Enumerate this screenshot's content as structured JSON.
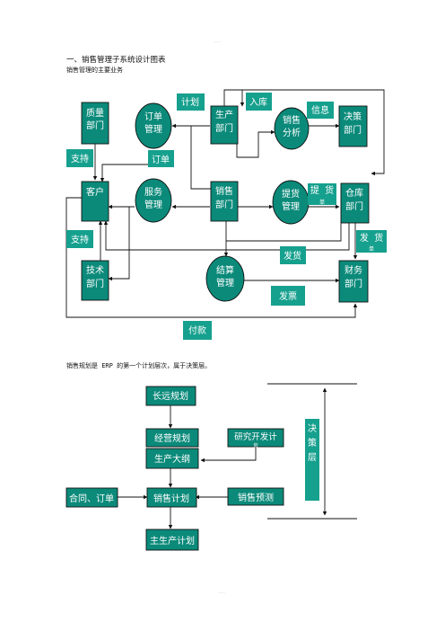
{
  "header_mark": "——",
  "footer_mark": "——",
  "heading": "一、销售管理子系统设计图表",
  "subheading": "销售管理的主要业务",
  "flow": {
    "nodes": {
      "quality": [
        "质量",
        "部门"
      ],
      "order_mgmt": [
        "订单",
        "管理"
      ],
      "production": [
        "生产",
        "部门"
      ],
      "sales_analysis": [
        "销售",
        "分析"
      ],
      "decision": [
        "决策",
        "部门"
      ],
      "customer": [
        "客户"
      ],
      "service_mgmt": [
        "服务",
        "管理"
      ],
      "sales_dept": [
        "销售",
        "部门"
      ],
      "delivery_mgmt": [
        "提货",
        "管理"
      ],
      "warehouse": [
        "仓库",
        "部门"
      ],
      "tech": [
        "技术",
        "部门"
      ],
      "settlement": [
        "结算",
        "管理"
      ],
      "finance": [
        "财务",
        "部门"
      ]
    },
    "labels": {
      "plan": "计划",
      "inbound": "入库",
      "info": "信息",
      "support1": "支持",
      "order": "订单",
      "pickup_list": [
        "提  货",
        "单"
      ],
      "support2": "支持",
      "ship_list": [
        "发  货",
        "单"
      ],
      "shipping": "发货",
      "invoice": "发票",
      "payment": "付款"
    }
  },
  "paragraph": "销售规划是 ERP 的第一个计划层次，属于决策层。",
  "hierarchy": {
    "long_term": "长远规划",
    "business_plan": "经营规划",
    "production_outline": "生产大纲",
    "rd_plan": [
      "研究开发计",
      "划"
    ],
    "contracts": "合同、订单",
    "sales_plan": "销售计划",
    "sales_forecast": "销售预测",
    "mps": "主生产计划",
    "decision_layer": [
      "决",
      "策",
      "层"
    ]
  },
  "colors": {
    "teal": "#0b8a7a",
    "teal_light": "#16a08e",
    "stroke": "#1a1a1a"
  }
}
